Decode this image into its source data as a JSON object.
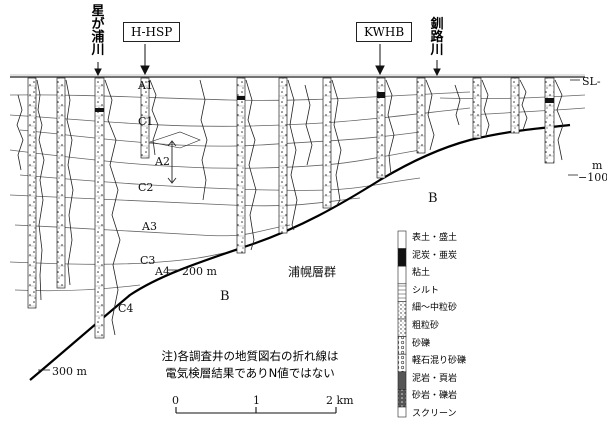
{
  "markers": {
    "hoshigaura": "星が浦川",
    "kushiro": "釧路川",
    "h_hsp": "H-HSP",
    "kwhb": "KWHB"
  },
  "layers": {
    "a1": "A1",
    "a2": "A2",
    "a3": "A3",
    "a4": "A4",
    "c1": "C1",
    "c2": "C2",
    "c3": "C3",
    "c4": "C4",
    "b_left": "B",
    "b_right": "B",
    "urahoro": "浦幌層群"
  },
  "elevation": {
    "sl": "SL-",
    "m": "m",
    "minus100": "−100",
    "label_200": "200 m",
    "label_300": "300 m"
  },
  "note": {
    "line1": "注)各調査井の地質図右の折れ線は",
    "line2": "電気検層結果でありN値ではない"
  },
  "scale": {
    "zero": "0",
    "one": "1",
    "two": "2 km"
  },
  "legend": [
    {
      "label": "表土・盛土",
      "pattern": "blank"
    },
    {
      "label": "泥炭・亜炭",
      "pattern": "black"
    },
    {
      "label": "粘土",
      "pattern": "blank"
    },
    {
      "label": "シルト",
      "pattern": "hatch"
    },
    {
      "label": "細～中粒砂",
      "pattern": "dots-fine"
    },
    {
      "label": "粗粒砂",
      "pattern": "dots"
    },
    {
      "label": "砂礫",
      "pattern": "circles"
    },
    {
      "label": "軽石混り砂礫",
      "pattern": "circles-dots"
    },
    {
      "label": "泥岩・頁岩",
      "pattern": "dark"
    },
    {
      "label": "砂岩・礫岩",
      "pattern": "dark-dots"
    },
    {
      "label": "スクリーン",
      "pattern": "screen"
    }
  ]
}
